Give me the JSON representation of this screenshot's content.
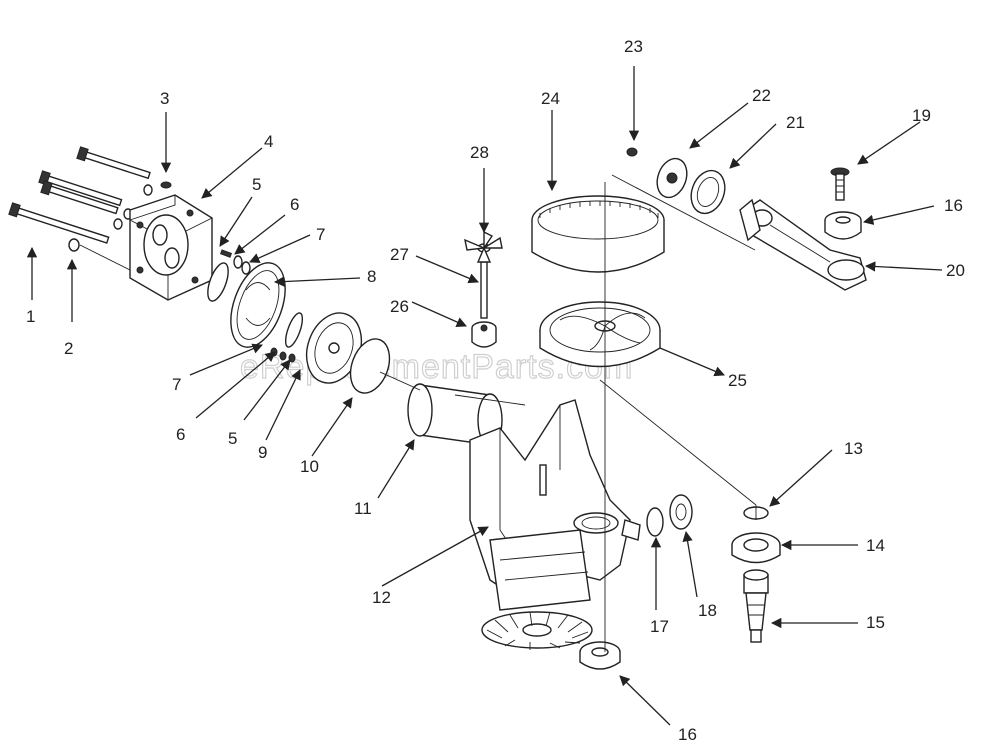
{
  "watermark": "eReplacementParts.com",
  "callouts": [
    "1",
    "2",
    "3",
    "4",
    "5",
    "6",
    "7",
    "8",
    "7",
    "6",
    "5",
    "9",
    "10",
    "11",
    "12",
    "13",
    "14",
    "15",
    "16",
    "16",
    "17",
    "18",
    "19",
    "20",
    "21",
    "22",
    "23",
    "24",
    "25",
    "26",
    "27",
    "28"
  ],
  "colors": {
    "line": "#222222",
    "background": "#ffffff",
    "watermark": "#cfcfcf"
  }
}
